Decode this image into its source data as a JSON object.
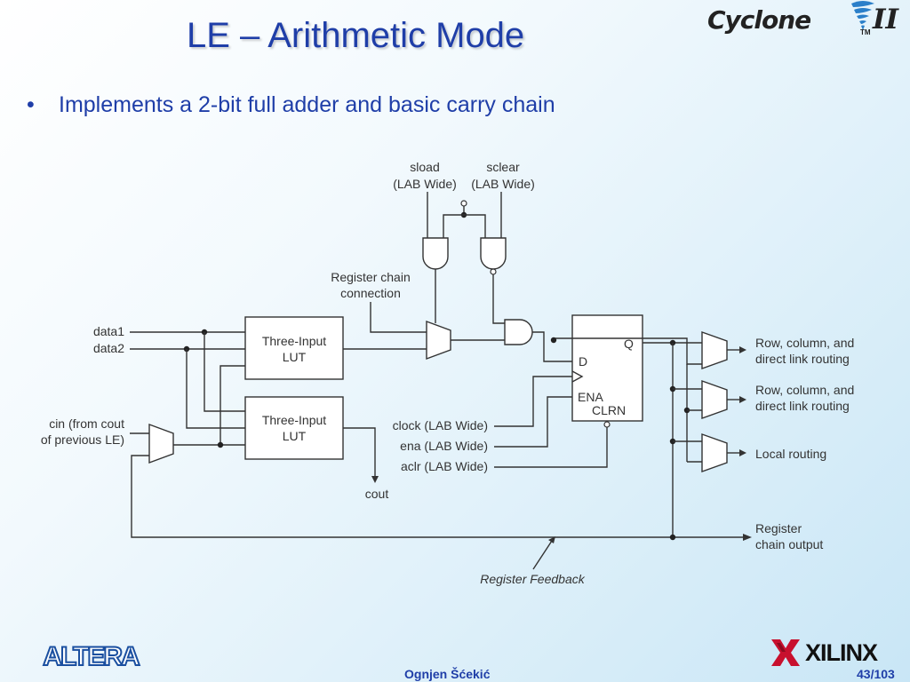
{
  "slide": {
    "title": "LE – Arithmetic Mode",
    "bullet": "Implements a 2-bit full adder and basic carry chain"
  },
  "branding": {
    "cyclone_text": "Cyclone",
    "cyclone_suffix": "II",
    "cyclone_tm": "TM",
    "altera_text": "ALTERA",
    "xilinx_text": "XILINX"
  },
  "footer": {
    "author": "Ognjen Šćekić",
    "page": "43/103"
  },
  "diagram": {
    "sload": "sload",
    "sclear": "sclear",
    "lab_wide": "(LAB Wide)",
    "register_chain_line1": "Register chain",
    "register_chain_line2": "connection",
    "data1": "data1",
    "data2": "data2",
    "cin_line1": "cin (from cout",
    "cin_line2": "of previous LE)",
    "lut_line1": "Three-Input",
    "lut_line2": "LUT",
    "cout": "cout",
    "reg_d": "D",
    "reg_q": "Q",
    "reg_ena": "ENA",
    "reg_clrn": "CLRN",
    "clock": "clock (LAB Wide)",
    "ena": "ena (LAB Wide)",
    "aclr": "aclr (LAB Wide)",
    "routing_line1": "Row, column, and",
    "routing_line2": "direct link routing",
    "local_routing": "Local routing",
    "reg_chain_out_line1": "Register",
    "reg_chain_out_line2": "chain output",
    "register_feedback": "Register Feedback"
  },
  "colors": {
    "title": "#1f3ea8",
    "xilinx_red": "#c8102e",
    "altera_blue": "#1a4fa0"
  }
}
